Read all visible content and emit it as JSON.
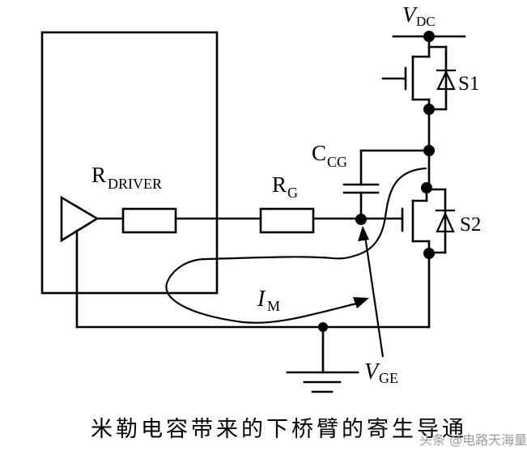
{
  "diagram": {
    "title_caption": "米勒电容带来的下桥臂的寄生导通",
    "watermark": "头条 @电路天海量",
    "labels": {
      "vdc_main": "V",
      "vdc_sub": "DC",
      "s1": "S1",
      "s2": "S2",
      "ccg_main": "C",
      "ccg_sub": "CG",
      "rdriver_main": "R",
      "rdriver_sub": "DRIVER",
      "rg_main": "R",
      "rg_sub": "G",
      "im_main": "I",
      "im_sub": "M",
      "vge_main": "V",
      "vge_sub": "GE"
    },
    "components": [
      {
        "id": "driver-box",
        "type": "gate-driver"
      },
      {
        "id": "buffer",
        "type": "amplifier"
      },
      {
        "id": "r-driver",
        "type": "resistor",
        "label": "RDRIVER"
      },
      {
        "id": "r-g",
        "type": "resistor",
        "label": "RG"
      },
      {
        "id": "c-cg",
        "type": "capacitor",
        "label": "CCG"
      },
      {
        "id": "s1",
        "type": "mosfet-with-diode",
        "label": "S1"
      },
      {
        "id": "s2",
        "type": "mosfet-with-diode",
        "label": "S2"
      },
      {
        "id": "ground",
        "type": "ground"
      }
    ]
  }
}
